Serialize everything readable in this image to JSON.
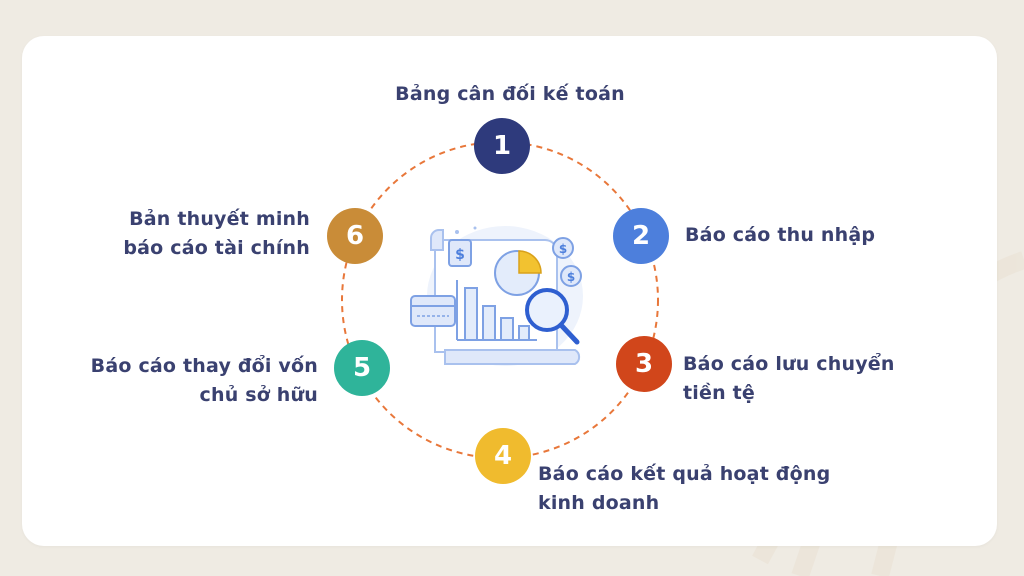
{
  "colors": {
    "background": "#efebe3",
    "card": "#ffffff",
    "text": "#3a4170",
    "ring": "#e8773a",
    "node_1": "#2e3a7c",
    "node_2": "#4d7fdc",
    "node_3": "#d1461b",
    "node_4": "#f0bb2e",
    "node_5": "#2fb49a",
    "node_6": "#c98c38"
  },
  "nodes": [
    {
      "number": "1",
      "lines": [
        "Bảng cân đối kế toán"
      ]
    },
    {
      "number": "2",
      "lines": [
        "Báo cáo thu nhập"
      ]
    },
    {
      "number": "3",
      "lines": [
        "Báo cáo lưu chuyển",
        "tiền tệ"
      ]
    },
    {
      "number": "4",
      "lines": [
        "Báo cáo kết quả hoạt động",
        "kinh doanh"
      ]
    },
    {
      "number": "5",
      "lines": [
        "Báo cáo thay đổi vốn",
        "chủ sở hữu"
      ]
    },
    {
      "number": "6",
      "lines": [
        "Bản thuyết minh",
        "báo cáo tài chính"
      ]
    }
  ],
  "illustration": {
    "icons": [
      "document-icon",
      "bar-chart-icon",
      "pie-chart-icon",
      "magnifier-icon",
      "dollar-coin-icon",
      "credit-card-icon"
    ],
    "coin_symbol": "$"
  }
}
